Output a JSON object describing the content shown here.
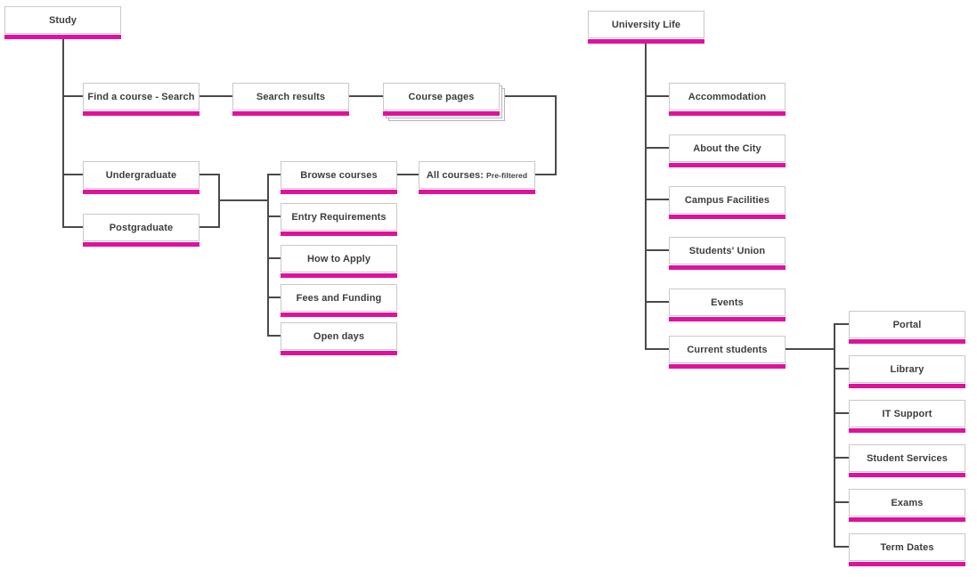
{
  "accent_color": "#e0119d",
  "study": {
    "root": "Study",
    "find_course": "Find a course - Search",
    "search_results": "Search results",
    "course_pages": "Course pages",
    "undergraduate": "Undergraduate",
    "postgraduate": "Postgraduate",
    "browse_courses": "Browse courses",
    "entry_requirements": "Entry Requirements",
    "how_to_apply": "How to Apply",
    "fees_and_funding": "Fees and Funding",
    "open_days": "Open days",
    "all_courses_label": "All courses:",
    "all_courses_note": "Pre-filtered"
  },
  "university_life": {
    "root": "University Life",
    "accommodation": "Accommodation",
    "about_the_city": "About the City",
    "campus_facilities": "Campus Facilities",
    "students_union": "Students' Union",
    "events": "Events",
    "current_students": "Current students",
    "portal": "Portal",
    "library": "Library",
    "it_support": "IT Support",
    "student_services": "Student Services",
    "exams": "Exams",
    "term_dates": "Term Dates"
  }
}
